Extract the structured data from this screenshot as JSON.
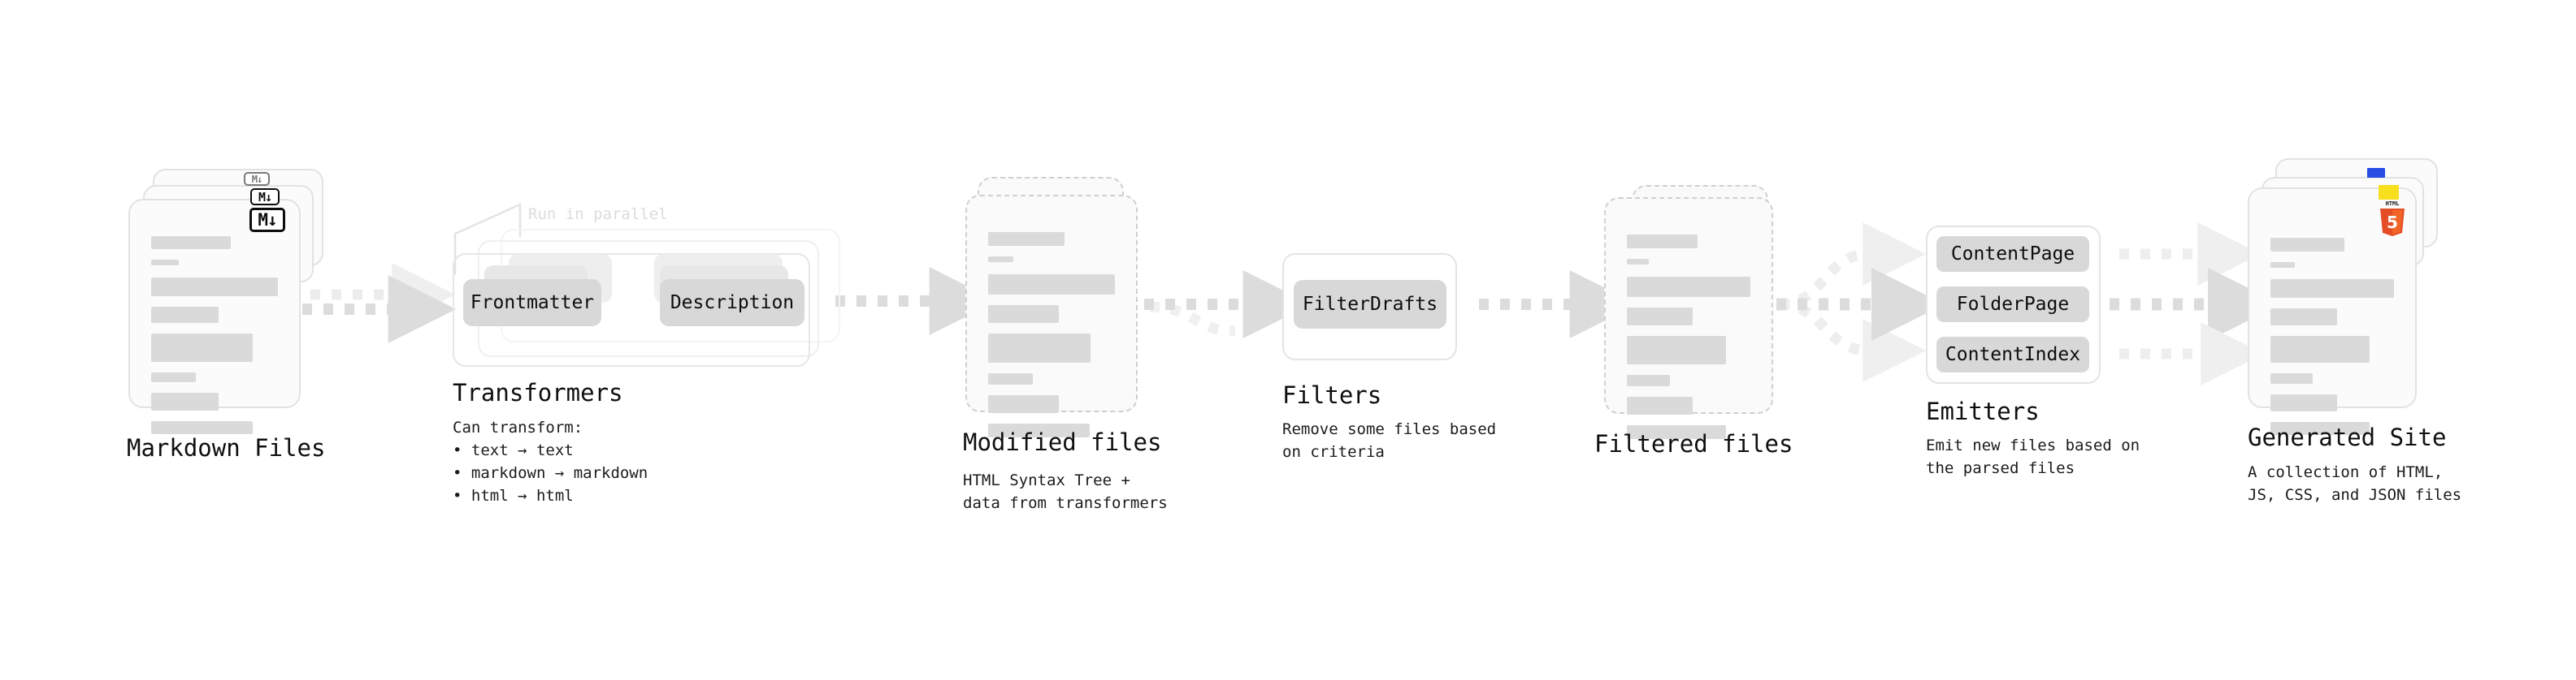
{
  "diagram": {
    "type": "pipeline-flow",
    "background": "#ffffff",
    "accent_colors": {
      "card_fill": "#fbfbfb",
      "card_border": "#e2e2e2",
      "bar_fill": "#dadada",
      "chip_fill": "#d8d8d8",
      "arrow_fill": "#dddddd",
      "html5_orange": "#e44d26",
      "html5_shield": "#f16529",
      "css3_blue": "#264de4",
      "js_yellow": "#f7df1e"
    }
  },
  "stages": [
    {
      "id": "markdown-files",
      "title": "Markdown Files",
      "subtitle": "",
      "badge_label": "M↓",
      "badge_icon": "markdown-icon",
      "stacked": true
    },
    {
      "id": "transformers",
      "title": "Transformers",
      "subtitle": "Can transform:\n • text  →  text\n • markdown  →  markdown\n • html  →  html",
      "annotation": "Run in parallel",
      "chips": [
        "Frontmatter",
        "Description"
      ],
      "stacked": true
    },
    {
      "id": "modified-files",
      "title": "Modified files",
      "subtitle": "HTML Syntax Tree +\ndata from transformers",
      "stacked": true,
      "dashed": true
    },
    {
      "id": "filters",
      "title": "Filters",
      "subtitle": "Remove some files based\non criteria",
      "chips": [
        "FilterDrafts"
      ]
    },
    {
      "id": "filtered-files",
      "title": "Filtered files",
      "subtitle": "",
      "stacked": true,
      "dashed": true
    },
    {
      "id": "emitters",
      "title": "Emitters",
      "subtitle": "Emit new files based on\nthe parsed files",
      "chips": [
        "ContentPage",
        "FolderPage",
        "ContentIndex"
      ]
    },
    {
      "id": "generated-site",
      "title": "Generated Site",
      "subtitle": "A collection of HTML,\nJS, CSS, and JSON files",
      "badge_icon": "html5-icon",
      "badge_label": "HTML",
      "badge_digit": "5",
      "secondary_badges": [
        "css3-icon",
        "javascript-icon"
      ],
      "stacked": true
    }
  ],
  "connectors": [
    {
      "from": "markdown-files",
      "to": "transformers",
      "style": "dotted-arrow"
    },
    {
      "from": "transformers",
      "to": "modified-files",
      "style": "dotted-arrow"
    },
    {
      "from": "modified-files",
      "to": "filters",
      "style": "dotted-arrow"
    },
    {
      "from": "filters",
      "to": "filtered-files",
      "style": "dotted-arrow"
    },
    {
      "from": "filtered-files",
      "to": "emitters",
      "style": "dotted-arrow-branching"
    },
    {
      "from": "emitters",
      "to": "generated-site",
      "style": "dotted-arrow-merging"
    }
  ]
}
